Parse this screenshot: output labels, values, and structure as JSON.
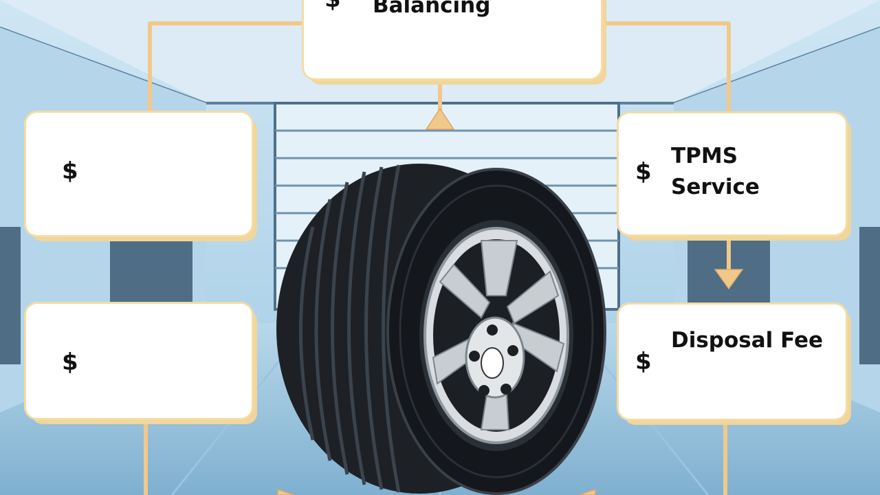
{
  "diagram": {
    "nodes": [
      {
        "id": "top",
        "currency": "$",
        "label": "Balancing"
      },
      {
        "id": "left-1",
        "currency": "$",
        "label": ""
      },
      {
        "id": "left-2",
        "currency": "$",
        "label": ""
      },
      {
        "id": "right-1",
        "currency": "$",
        "label": "TPMS\nService"
      },
      {
        "id": "right-2",
        "currency": "$",
        "label": "Disposal Fee"
      }
    ],
    "center_image": "car-tire-with-alloy-wheel",
    "colors": {
      "connector": "#f2c88a",
      "card_border": "#f4dca3",
      "tire": "#1a1d22",
      "rim": "#c9ccd0",
      "background": "#a9d3ec"
    }
  }
}
